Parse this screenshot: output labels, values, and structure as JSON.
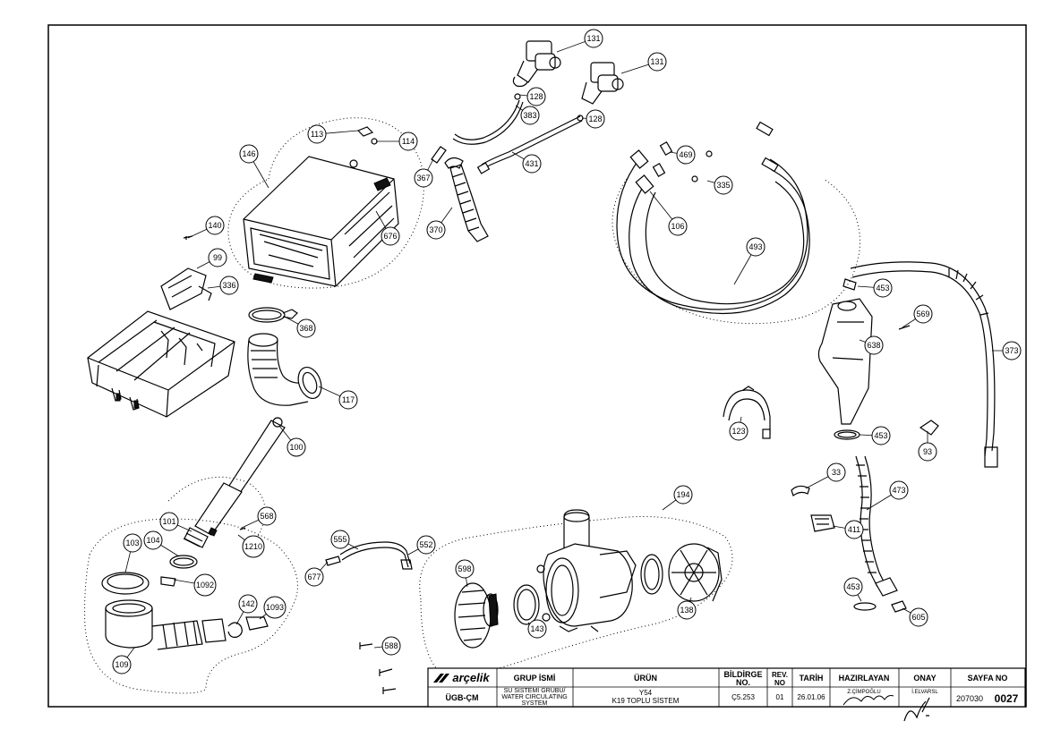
{
  "callouts": [
    {
      "label": "131"
    },
    {
      "label": "131"
    },
    {
      "label": "128"
    },
    {
      "label": "383"
    },
    {
      "label": "128"
    },
    {
      "label": "431"
    },
    {
      "label": "113"
    },
    {
      "label": "114"
    },
    {
      "label": "146"
    },
    {
      "label": "367"
    },
    {
      "label": "370"
    },
    {
      "label": "676"
    },
    {
      "label": "140"
    },
    {
      "label": "99"
    },
    {
      "label": "336"
    },
    {
      "label": "368"
    },
    {
      "label": "117"
    },
    {
      "label": "100"
    },
    {
      "label": "101"
    },
    {
      "label": "568"
    },
    {
      "label": "103"
    },
    {
      "label": "104"
    },
    {
      "label": "1210"
    },
    {
      "label": "1092"
    },
    {
      "label": "142"
    },
    {
      "label": "1093"
    },
    {
      "label": "109"
    },
    {
      "label": "555"
    },
    {
      "label": "552"
    },
    {
      "label": "677"
    },
    {
      "label": "588"
    },
    {
      "label": "469"
    },
    {
      "label": "335"
    },
    {
      "label": "106"
    },
    {
      "label": "493"
    },
    {
      "label": "453"
    },
    {
      "label": "569"
    },
    {
      "label": "373"
    },
    {
      "label": "638"
    },
    {
      "label": "123"
    },
    {
      "label": "453"
    },
    {
      "label": "93"
    },
    {
      "label": "33"
    },
    {
      "label": "473"
    },
    {
      "label": "411"
    },
    {
      "label": "194"
    },
    {
      "label": "598"
    },
    {
      "label": "143"
    },
    {
      "label": "138"
    },
    {
      "label": "453"
    },
    {
      "label": "605"
    }
  ],
  "title_block": {
    "logo": "arçelik",
    "department": "ÜGB-ÇM",
    "group_header": "GRUP İSMİ",
    "group_value_1": "SU SİSTEMİ GRUBU/",
    "group_value_2": "WATER CIRCULATING",
    "group_value_3": "SYSTEM",
    "product_header": "ÜRÜN",
    "product_value_1": "Y54",
    "product_value_2": "K19 TOPLU SİSTEM",
    "notice_header_1": "BİLDİRGE",
    "notice_header_2": "NO.",
    "notice_value": "Ç5.253",
    "rev_header_1": "REV.",
    "rev_header_2": "NO",
    "rev_value": "01",
    "date_header": "TARİH",
    "date_value": "26.01.06",
    "prepared_header": "HAZIRLAYAN",
    "prepared_value": "Z.ÇİMPOĞLU",
    "approved_header": "ONAY",
    "approved_value": "İ.ELVARSL",
    "page_header": "SAYFA NO",
    "page_value_1": "207030",
    "page_value_2": "0027"
  }
}
